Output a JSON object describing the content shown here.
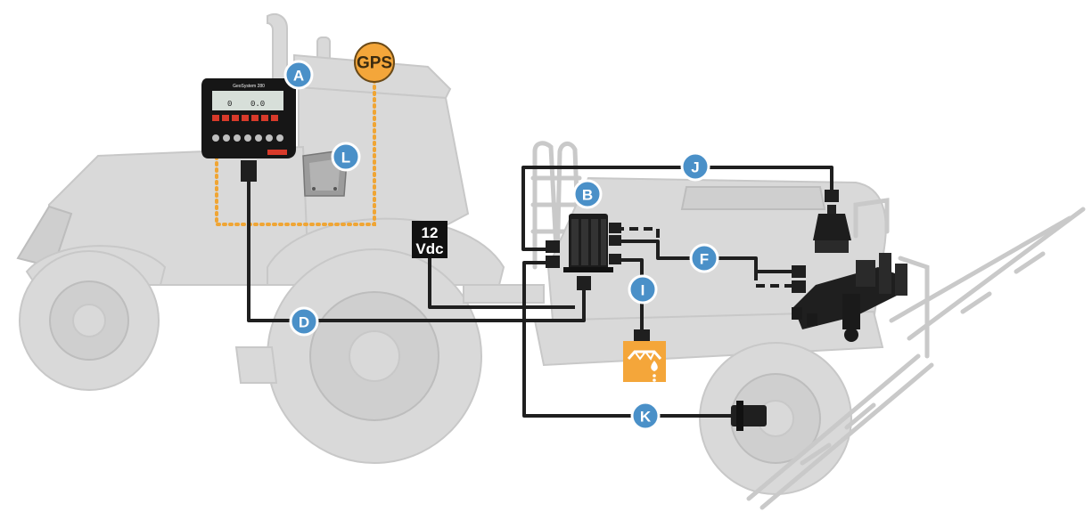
{
  "labels": {
    "a": "A",
    "b": "B",
    "d": "D",
    "f": "F",
    "i": "I",
    "j": "J",
    "k": "K",
    "l": "L"
  },
  "gps_label": "GPS",
  "power": {
    "line1": "12",
    "line2": "Vdc"
  },
  "console": {
    "title": "GeoSystem 280",
    "screen_left": "0",
    "screen_right": "0.0"
  },
  "colors": {
    "badge": "#4a90c8",
    "gps": "#f4a63a",
    "wiring": "#1f1f1f",
    "gps_dotted_cable": "#f0a534",
    "console_buttons": "#d83a2a",
    "boom_section_icon": "#f4a63a"
  },
  "icons": {
    "console": "control-console-icon",
    "bracket": "mounting-bracket-icon",
    "ecu": "control-module-icon",
    "valve": "section-valve-icon",
    "sensor": "flow-sensor-icon",
    "boom": "boom-section-icon",
    "wheel_sensor": "wheel-speed-sensor-icon"
  }
}
